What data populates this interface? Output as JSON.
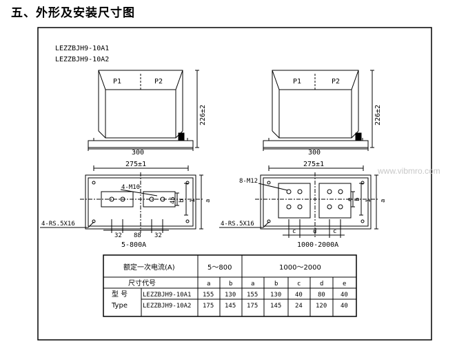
{
  "heading": "五、外形及安装尺寸图",
  "models": [
    "LEZZBJH9-10A1",
    "LEZZBJH9-10A2"
  ],
  "terminals": {
    "p1": "P1",
    "p2": "P2"
  },
  "left_view": {
    "height_dim": "226±2",
    "width_dim": "300",
    "mount_dim": "275±1",
    "hole_label": "4-M10",
    "slot_label": "4-RS.5X16",
    "dim_32a": "32",
    "dim_88": "88",
    "dim_32b": "32",
    "dim_45": "45",
    "dim_b": "b",
    "dim_a": "a",
    "dim_1": "1",
    "range_label": "5-800A"
  },
  "right_view": {
    "height_dim": "226±2",
    "width_dim": "300",
    "mount_dim": "275±1",
    "hole_label": "8-M12",
    "slot_label": "4-RS.5X16",
    "dim_c1": "c",
    "dim_d": "d",
    "dim_c2": "c",
    "dim_e": "e",
    "dim_b": "b",
    "dim_a": "a",
    "dim_1": "1",
    "range_label": "1000-2000A"
  },
  "watermark": "www.vibmro.com",
  "table": {
    "header_rated": "额定一次电流(A)",
    "header_5_800": "5～800",
    "header_1000_2000": "1000～2000",
    "header_code": "尺寸代号",
    "header_model": "型  号",
    "header_type": "Type",
    "columns": [
      "a",
      "b",
      "a",
      "b",
      "c",
      "d",
      "e"
    ],
    "rows": [
      {
        "model": "LEZZBJH9-10A1",
        "values": [
          "155",
          "130",
          "155",
          "130",
          "40",
          "80",
          "40"
        ]
      },
      {
        "model": "LEZZBJH9-10A2",
        "values": [
          "175",
          "145",
          "175",
          "145",
          "24",
          "120",
          "40"
        ]
      }
    ]
  }
}
